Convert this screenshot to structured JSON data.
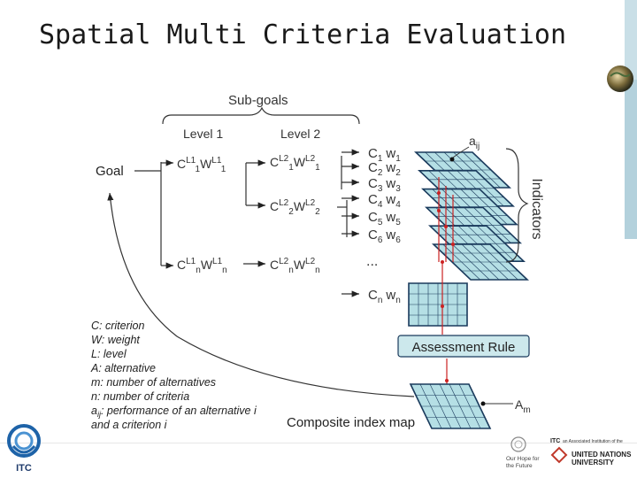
{
  "slide": {
    "title": "Spatial Multi Criteria Evaluation"
  },
  "diagram": {
    "subgoals_label": "Sub-goals",
    "level1_label": "Level 1",
    "level2_label": "Level 2",
    "goal_label": "Goal",
    "indicators_label": "Indicators",
    "assessment_rule_label": "Assessment Rule",
    "composite_map_label": "Composite index map",
    "aij_label": "a",
    "aij_sub": "ij",
    "amn_label": "A",
    "amn_sub": "m",
    "ellipsis": "...",
    "level1_nodes": [
      {
        "c": "C",
        "sup": "L1",
        "sub": "1",
        "w": "W",
        "wsup": "L1",
        "wsub": "1"
      },
      {
        "c": "C",
        "sup": "L1",
        "sub": "n",
        "w": "W",
        "wsup": "L1",
        "wsub": "n"
      }
    ],
    "level2_nodes": [
      {
        "c": "C",
        "sup": "L2",
        "sub": "1",
        "w": "W",
        "wsup": "L2",
        "wsub": "1"
      },
      {
        "c": "C",
        "sup": "L2",
        "sub": "2",
        "w": "W",
        "wsup": "L2",
        "wsub": "2"
      },
      {
        "c": "C",
        "sup": "L2",
        "sub": "n",
        "w": "W",
        "wsup": "L2",
        "wsub": "n"
      }
    ],
    "criteria": [
      {
        "c": "C",
        "sub": "1",
        "w": "w",
        "wsub": "1"
      },
      {
        "c": "C",
        "sub": "2",
        "w": "w",
        "wsub": "2"
      },
      {
        "c": "C",
        "sub": "3",
        "w": "w",
        "wsub": "3"
      },
      {
        "c": "C",
        "sub": "4",
        "w": "w",
        "wsub": "4"
      },
      {
        "c": "C",
        "sub": "5",
        "w": "w",
        "wsub": "5"
      },
      {
        "c": "C",
        "sub": "6",
        "w": "w",
        "wsub": "6"
      },
      {
        "c": "C",
        "sub": "n",
        "w": "w",
        "wsub": "n"
      }
    ],
    "legend": [
      "C: criterion",
      "W: weight",
      "L: level",
      "A: alternative",
      "m: number of alternatives",
      "n: number of criteria",
      "a",
      "ij",
      ": performance of an alternative i",
      "and a criterion i"
    ]
  },
  "footer": {
    "itc_text": "ITC",
    "itc_header": "ITC",
    "itc_institution": "an Associated Institution of the",
    "un_text_line1": "UNITED NATIONS",
    "un_text_line2": "UNIVERSITY",
    "unesco_text_line1": "Our Hope for",
    "unesco_text_line2": "the Future"
  },
  "colors": {
    "map_fill": "#b5dfe5",
    "map_stroke": "#1a3a5c",
    "red_line": "#cc2222",
    "rule_box_fill": "#cce8ec",
    "text": "#222222"
  }
}
